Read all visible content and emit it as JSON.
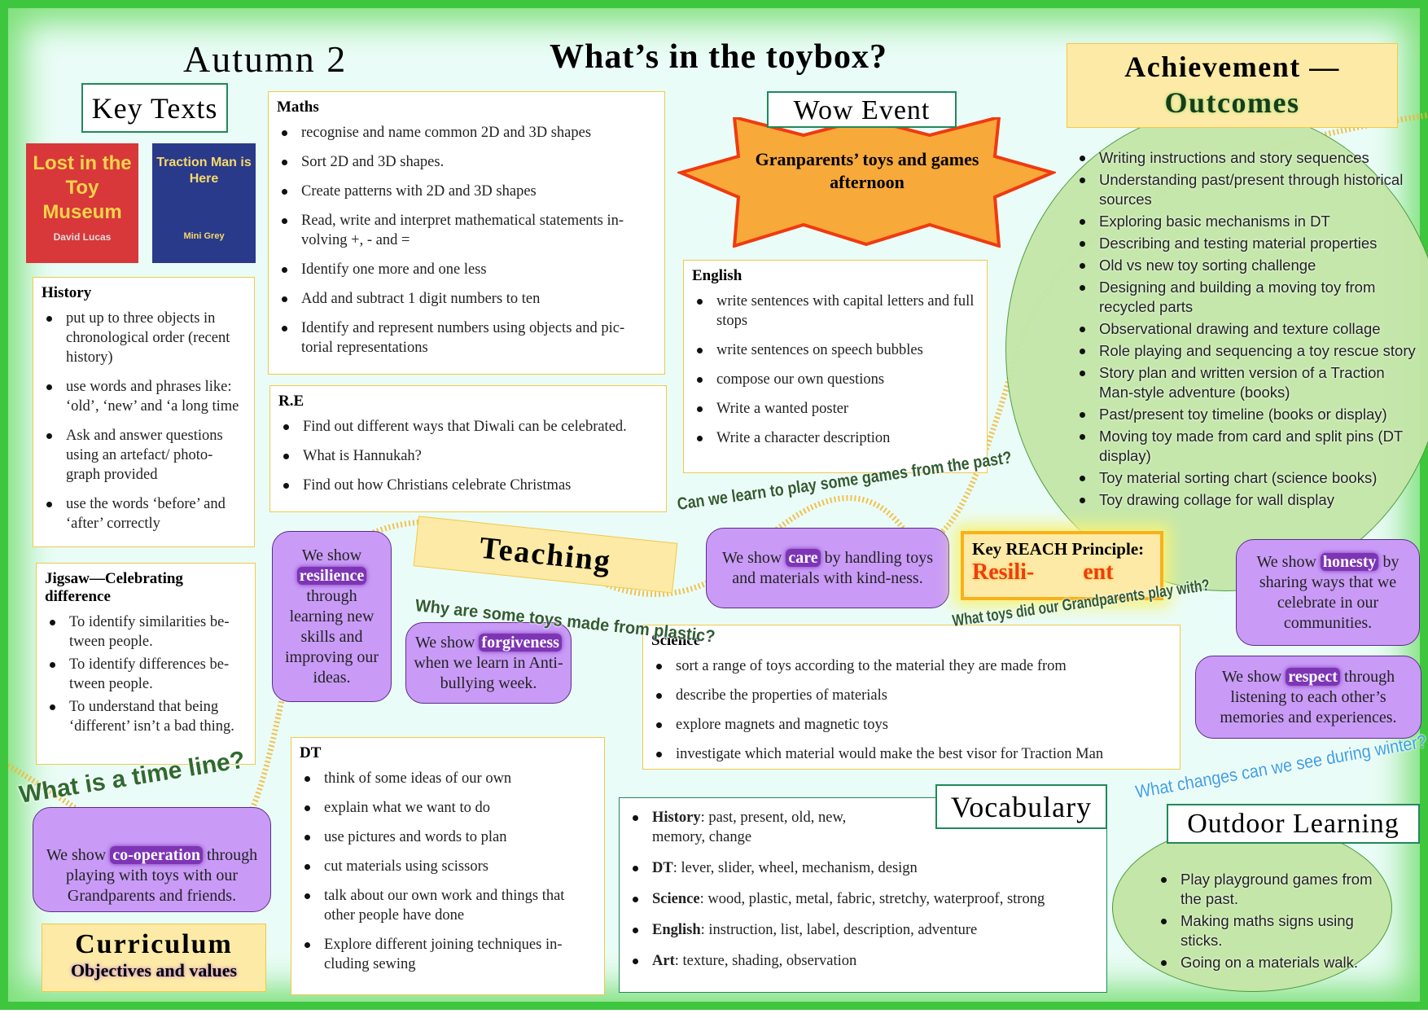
{
  "header": {
    "term": "Autumn 2",
    "title": "What’s in the toybox?"
  },
  "key_texts": {
    "title": "Key Texts",
    "books": [
      {
        "title": "Lost in the Toy Museum",
        "author": "David Lucas"
      },
      {
        "title": "Traction Man is Here",
        "author": "Mini Grey"
      }
    ]
  },
  "history": {
    "title": "History",
    "items": [
      "put up to three objects in chronological order (recent history)",
      "use words and phrases like: ‘old’, ‘new’ and ‘a long time",
      "Ask and answer questions using an artefact/ photo-graph provided",
      "use the words ‘before’ and ‘after’ correctly"
    ]
  },
  "jigsaw": {
    "title": "Jigsaw—Celebrating difference",
    "items": [
      "To identify similarities be-tween people.",
      "To identify differences be-tween people.",
      "To understand that being ‘different’ isn’t a bad thing."
    ]
  },
  "maths": {
    "title": "Maths",
    "items": [
      "recognise and name common 2D and 3D shapes",
      "Sort 2D and 3D shapes.",
      "Create patterns with 2D and 3D shapes",
      "Read, write and interpret mathematical statements in-volving +, - and =",
      "Identify one more and one less",
      "Add and subtract 1 digit numbers to ten",
      "Identify and represent numbers using objects and pic-torial representations"
    ]
  },
  "re": {
    "title": "R.E",
    "items": [
      "Find out different ways that Diwali can be celebrated.",
      "What is Hannukah?",
      "Find out how Christians celebrate Christmas"
    ]
  },
  "english": {
    "title": "English",
    "items": [
      "write sentences with capital letters and full stops",
      "write sentences on speech bubbles",
      "compose our own questions",
      "Write a wanted poster",
      "Write a character description"
    ]
  },
  "science": {
    "title": "Science",
    "items": [
      "sort a range of toys according to the material they are made from",
      "describe the properties of materials",
      "explore magnets and magnetic toys",
      "investigate which material would make the best visor for Traction Man"
    ]
  },
  "dt": {
    "title": "DT",
    "items": [
      "think of some ideas of our own",
      "explain what we want to do",
      "use pictures and words to plan",
      "cut materials using scissors",
      "talk about our own work and things that other people have done",
      "Explore different joining techniques in-cluding sewing"
    ]
  },
  "vocabulary": {
    "title": "Vocabulary",
    "items": [
      {
        "term": "History",
        "text": ": past, present, old, new, memory, change"
      },
      {
        "term": "DT",
        "text": ": lever, slider, wheel, mechanism, design"
      },
      {
        "term": "Science",
        "text": ": wood, plastic, metal, fabric, stretchy, waterproof, strong"
      },
      {
        "term": "English",
        "text": ": instruction, list, label, description, adventure"
      },
      {
        "term": "Art",
        "text": ": texture, shading, observation"
      }
    ]
  },
  "wow": {
    "title": "Wow Event",
    "text": "Granparents’ toys and games afternoon"
  },
  "achievement": {
    "title1": "Achievement —",
    "title2": "Outcomes",
    "items": [
      "Writing instructions and story sequences",
      "Understanding past/present through historical sources",
      "Exploring basic mechanisms in DT",
      "Describing and testing material properties",
      "Old vs new toy sorting challenge",
      "Designing and building a moving toy from recycled parts",
      "Observational drawing and texture collage",
      "Role playing and sequencing a toy rescue story",
      "Story plan and written version of a Traction Man-style adventure (books)",
      "Past/present toy timeline (books or display)",
      "Moving toy made from card and split pins (DT display)",
      "Toy material sorting chart (science books)",
      "Toy drawing collage for wall display"
    ]
  },
  "reach": {
    "label": "Key REACH Principle:",
    "value_a": "Resili-",
    "value_b": "ent"
  },
  "teaching": {
    "title": "Teaching"
  },
  "values": {
    "resilience": {
      "pre": "We show",
      "word": "resilience",
      "post": "through learning new skills and improving our ideas."
    },
    "forgiveness": {
      "pre": "We show",
      "word": "forgiveness",
      "post": "when we learn in Anti-bullying week."
    },
    "care": {
      "pre": "We show",
      "word": "care",
      "post": "by handling toys and materials with kind-ness."
    },
    "honesty": {
      "pre": "We show",
      "word": "honesty",
      "post": "by sharing ways that we celebrate in our communities."
    },
    "respect": {
      "pre": "We show",
      "word": "respect",
      "post": "through listening to each other’s memories and experiences."
    },
    "cooperation": {
      "pre": "We show",
      "word": "co-operation",
      "post": "through playing with toys with our Grandparents and friends."
    }
  },
  "questions": [
    "What is a time line?",
    "Can we learn to play some games from the past?",
    "Why are some toys made from plastic?",
    "What toys did our Grandparents play with?",
    "What changes can we see during winter?"
  ],
  "outdoor": {
    "title": "Outdoor Learning",
    "items": [
      "Play  playground games from the past.",
      "Making maths signs using sticks.",
      "Going on a materials walk."
    ]
  },
  "curriculum": {
    "title": "Curriculum",
    "subtitle": "Objectives and values"
  }
}
